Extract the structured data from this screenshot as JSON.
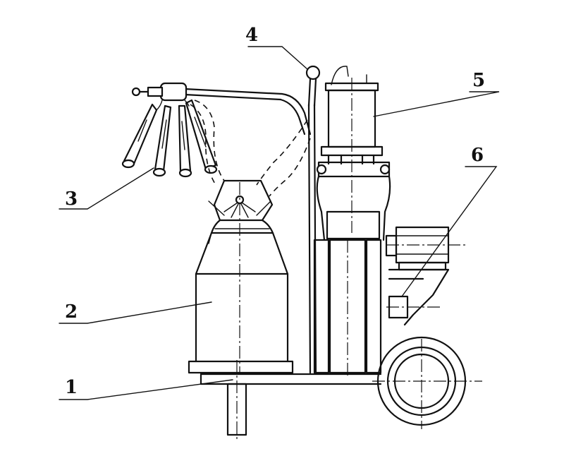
{
  "labels": [
    {
      "id": "1",
      "text": "1"
    },
    {
      "id": "2",
      "text": "2"
    },
    {
      "id": "3",
      "text": "3"
    },
    {
      "id": "4",
      "text": "4"
    },
    {
      "id": "5",
      "text": "5"
    },
    {
      "id": "6",
      "text": "6"
    }
  ]
}
